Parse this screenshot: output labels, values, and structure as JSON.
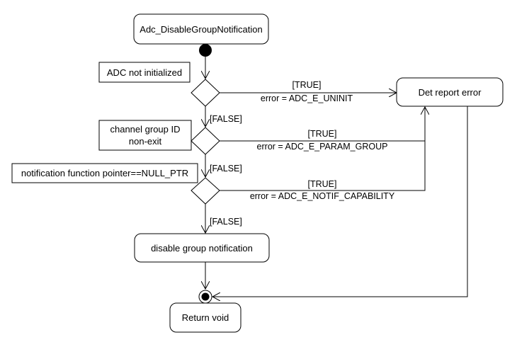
{
  "diagram": {
    "start_action": "Adc_DisableGroupNotification",
    "error_action": "Det report error",
    "disable_action": "disable group notification",
    "end_action": "Return void",
    "notes": {
      "not_initialized": "ADC not initialized",
      "group_line1": "channel group ID",
      "group_line2": "non-exit",
      "notif_pointer": "notification function pointer==NULL_PTR"
    },
    "guards": {
      "true1": "[TRUE]",
      "err1": "error = ADC_E_UNINIT",
      "false1": "[FALSE]",
      "true2": "[TRUE]",
      "err2": "error = ADC_E_PARAM_GROUP",
      "false2": "[FALSE]",
      "true3": "[TRUE]",
      "err3": "error = ADC_E_NOTIF_CAPABILITY",
      "false3": "[FALSE]"
    }
  }
}
